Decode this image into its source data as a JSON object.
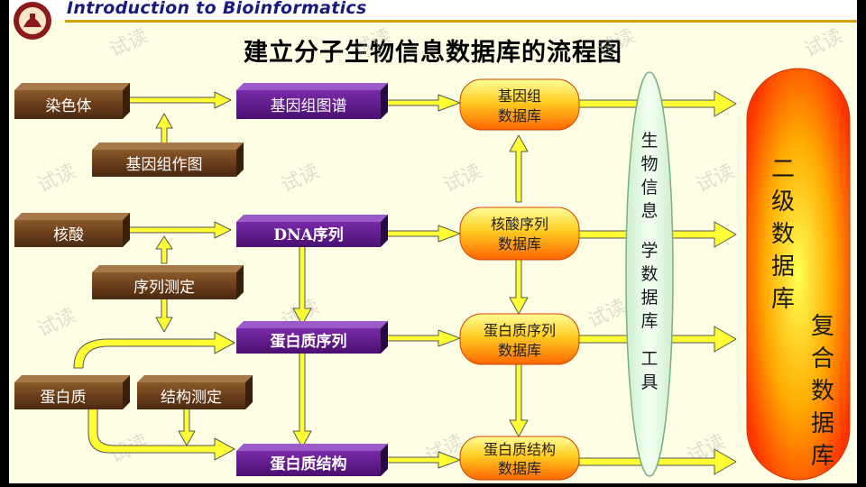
{
  "header": {
    "title": "Introduction to Bioinformatics"
  },
  "title": "建立分子生物信息数据库的流程图",
  "sources": {
    "chromosome": "染色体",
    "genome_mapping": "基因组作图",
    "nucleic_acid": "核酸",
    "sequencing": "序列测定",
    "protein": "蛋白质",
    "structure_determination": "结构测定"
  },
  "data_types": {
    "genome_map": "基因组图谱",
    "dna_sequence": "DNA序列",
    "protein_sequence": "蛋白质序列",
    "protein_structure": "蛋白质结构"
  },
  "primary_dbs": {
    "genome": [
      "基因组",
      "数据库"
    ],
    "nucleic": [
      "核酸序列",
      "数据库"
    ],
    "protein_seq": [
      "蛋白质序列",
      "数据库"
    ],
    "protein_struct": [
      "蛋白质结构",
      "数据库"
    ]
  },
  "tools": {
    "line1": "生",
    "line2": "物",
    "line3": "信",
    "line4": "息",
    "line5": "学",
    "line6": "数",
    "line7": "据",
    "line8": "库",
    "line9": "工",
    "line10": "具"
  },
  "secondary": {
    "c1": "二",
    "c2": "级",
    "c3": "数",
    "c4": "据",
    "c5": "库",
    "c6": "复",
    "c7": "合",
    "c8": "数",
    "c9": "据",
    "c10": "库"
  },
  "watermark": "试读",
  "colors": {
    "background": "#ffffe6",
    "arrow": "#ffff33",
    "arrow_outline": "#555555",
    "purple_box": "#5a1a8a",
    "brown_box": "#6b3d1a",
    "title_blue": "#1a1a80"
  }
}
